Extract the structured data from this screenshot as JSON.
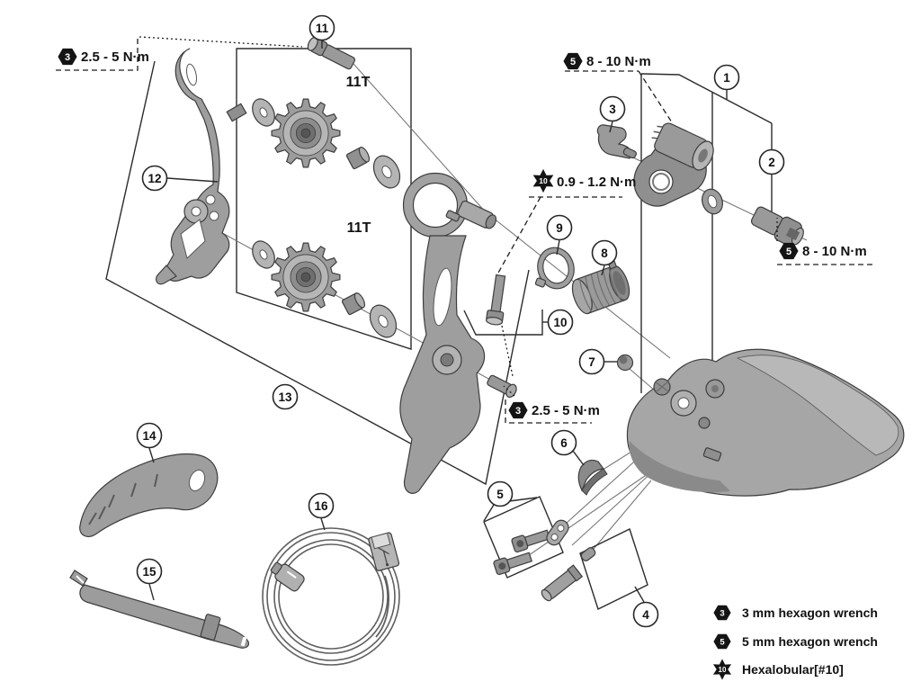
{
  "callouts": [
    "1",
    "2",
    "3",
    "4",
    "5",
    "6",
    "7",
    "8",
    "9",
    "10",
    "11",
    "12",
    "13",
    "14",
    "15",
    "16"
  ],
  "pulleys": [
    {
      "teeth": "11T"
    },
    {
      "teeth": "11T"
    }
  ],
  "torque_badges": [
    {
      "tool_size": "3",
      "torque": "2.5 - 5 N·m"
    },
    {
      "tool_size": "5",
      "torque": "8 - 10 N·m"
    },
    {
      "tool_size": "10",
      "torque": "0.9 - 1.2 N·m"
    },
    {
      "tool_size": "5",
      "torque": "8 - 10 N·m"
    },
    {
      "tool_size": "3",
      "torque": "2.5 - 5 N·m"
    }
  ],
  "legend": [
    {
      "tool_size": "3",
      "label": "3 mm hexagon wrench"
    },
    {
      "tool_size": "5",
      "label": "5 mm hexagon wrench"
    },
    {
      "tool_size": "10",
      "label": "Hexalobular[#10]"
    }
  ],
  "colors": {
    "background": "#ffffff",
    "part_fill": "#a3a3a3",
    "part_light": "#c2c2c2",
    "part_dark": "#8a8a8a",
    "outline": "#3d3d3d",
    "callout_line": "#2b2b2b",
    "badge_fill": "#141414"
  }
}
